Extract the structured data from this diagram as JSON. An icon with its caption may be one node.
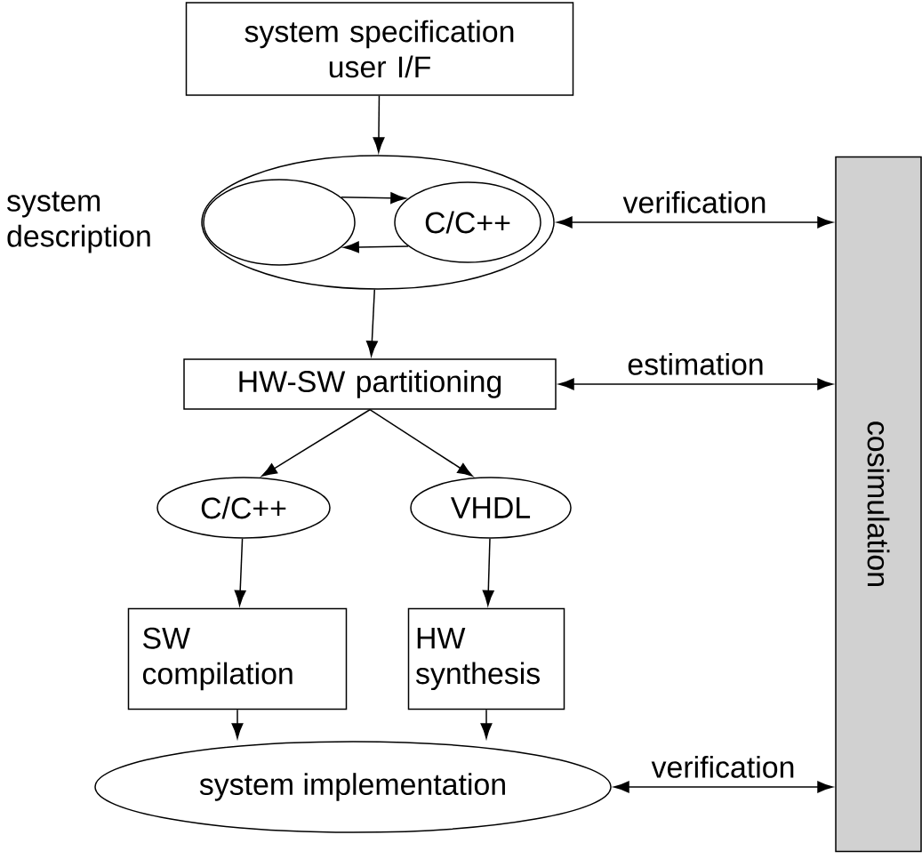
{
  "diagram": {
    "nodes": [
      {
        "text": [
          "system specification user I/F"
        ]
      },
      {
        "text": [],
        "shape": "ellipse",
        "beside": [
          "system description"
        ]
      },
      {
        "text": [],
        "shape": "ellipse",
        "in": 1
      },
      {
        "text": [
          "C/C++"
        ],
        "in": 1
      },
      {
        "text": [
          "HW-SW partitioning"
        ]
      },
      {
        "text": [
          "C/C++"
        ]
      },
      {
        "text": [
          "VHDL"
        ]
      },
      {
        "text": [
          "SW compilation"
        ]
      },
      {
        "text": [
          "HW synthesis"
        ]
      },
      {
        "text": [
          "system implementation"
        ]
      },
      {
        "text": [
          "cosimulation"
        ]
      }
    ],
    "edges": [
      {
        "from": 0,
        "to": 1,
        "arrow": "to"
      },
      {
        "from": 2,
        "to": 3,
        "arrow": "to"
      },
      {
        "from": 3,
        "to": 2,
        "arrow": "to"
      },
      {
        "from": 1,
        "to": 4,
        "arrow": "to"
      },
      {
        "from": 4,
        "to": 5,
        "arrow": "to"
      },
      {
        "from": 4,
        "to": 6,
        "arrow": "to"
      },
      {
        "from": 5,
        "to": 7,
        "arrow": "to"
      },
      {
        "from": 6,
        "to": 8,
        "arrow": "to"
      },
      {
        "from": 7,
        "to": 9,
        "arrow": "to"
      },
      {
        "from": 8,
        "to": 9,
        "arrow": "to"
      },
      {
        "from": 1,
        "to": 10,
        "arrow": "both",
        "label": "verification"
      },
      {
        "from": 4,
        "to": 10,
        "arrow": "both",
        "label": "estimation"
      },
      {
        "from": 9,
        "to": 10,
        "arrow": "both",
        "label": "verification"
      }
    ]
  }
}
